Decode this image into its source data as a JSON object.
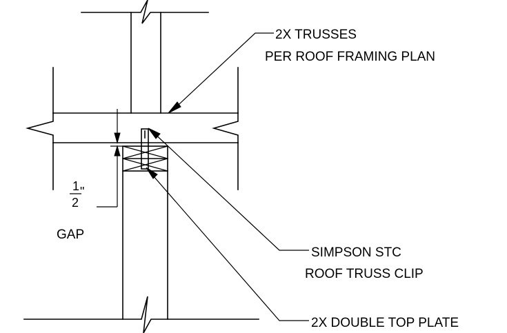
{
  "labels": {
    "trusses_line1": "2X TRUSSES",
    "trusses_line2": "PER ROOF FRAMING PLAN",
    "clip_line1": "SIMPSON STC",
    "clip_line2": "ROOF TRUSS CLIP",
    "top_plate": "2X DOUBLE TOP PLATE",
    "gap_num": "1",
    "gap_den": "2",
    "gap_unit": "\"",
    "gap_label": "GAP"
  },
  "colors": {
    "line": "#000000",
    "background": "#ffffff"
  }
}
